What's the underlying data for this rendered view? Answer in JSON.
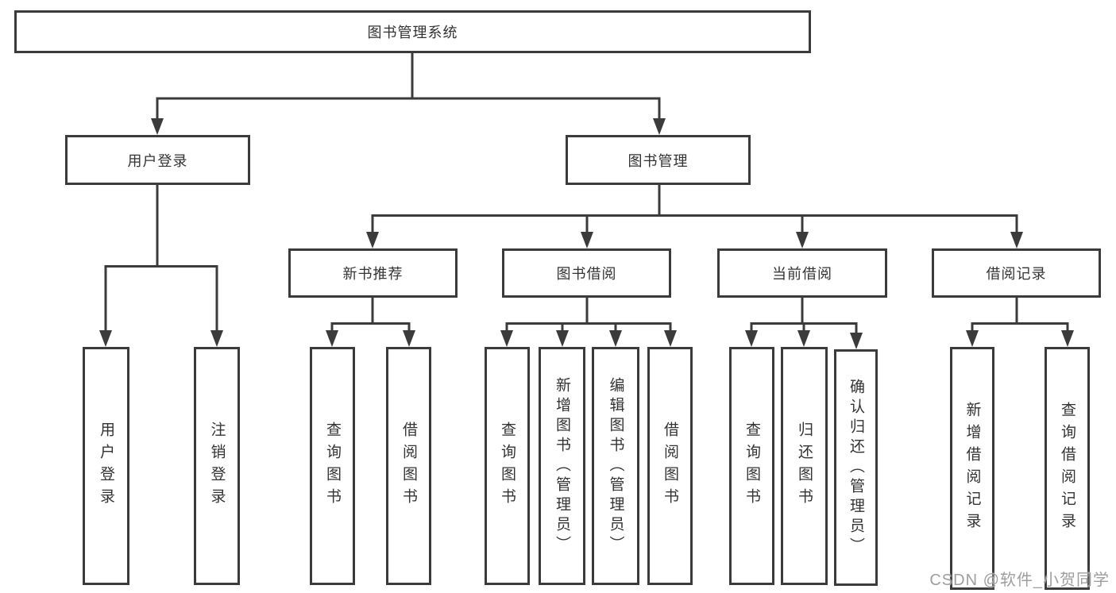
{
  "watermark": {
    "text": "CSDN @软件_小贺同学"
  },
  "colors": {
    "line": "#3b3b3b",
    "node_fill": "#ffffff",
    "node_border": "#3b3b3b",
    "text": "#333333",
    "watermark_text": "#9e9e9e"
  },
  "tree": {
    "root": {
      "label": "图书管理系统"
    },
    "branches": [
      {
        "label": "用户登录",
        "children": [
          {
            "label": "用户登录"
          },
          {
            "label": "注销登录"
          }
        ]
      },
      {
        "label": "图书管理",
        "groups": [
          {
            "label": "新书推荐",
            "children": [
              {
                "label": "查询图书"
              },
              {
                "label": "借阅图书"
              }
            ]
          },
          {
            "label": "图书借阅",
            "children": [
              {
                "label": "查询图书"
              },
              {
                "label": "新增图书（管理员）"
              },
              {
                "label": "编辑图书（管理员）"
              },
              {
                "label": "借阅图书"
              }
            ]
          },
          {
            "label": "当前借阅",
            "children": [
              {
                "label": "查询图书"
              },
              {
                "label": "归还图书"
              },
              {
                "label": "确认归还（管理员）"
              }
            ]
          },
          {
            "label": "借阅记录",
            "children": [
              {
                "label": "新增借阅记录"
              },
              {
                "label": "查询借阅记录"
              }
            ]
          }
        ]
      }
    ]
  }
}
